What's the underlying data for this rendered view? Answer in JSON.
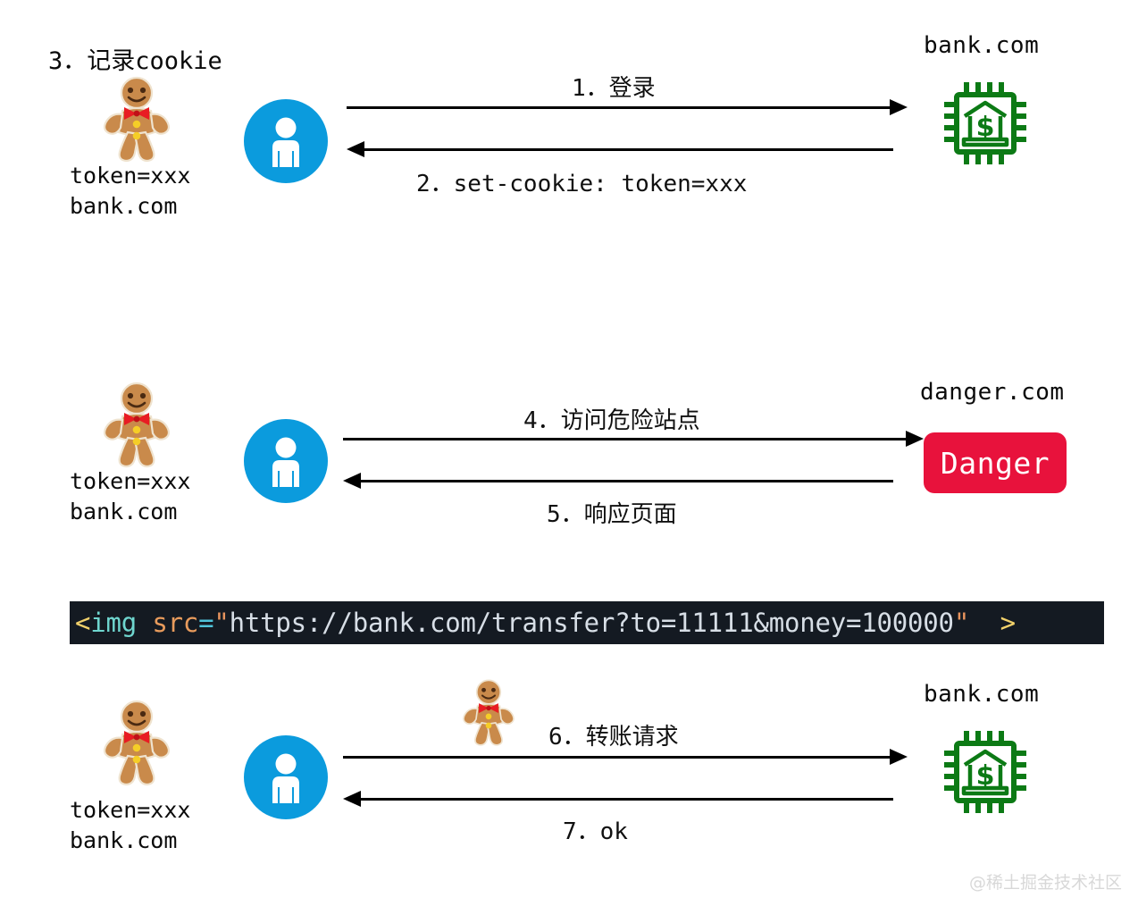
{
  "meta": {
    "watermark": "@稀土掘金技术社区",
    "colors": {
      "user_blue": "#0B9BDD",
      "bank_green": "#0C7A15",
      "danger_red": "#E8123C",
      "code_bg": "#141A22",
      "cookie_body": "#C98A4B",
      "cookie_bow": "#E81C23",
      "cookie_button": "#F5CE27"
    }
  },
  "rows": {
    "row1": {
      "title": "3．记录cookie",
      "cookie_lines": "token=xxx\nbank.com",
      "cookie_icon": "gingerbread-cookie-icon",
      "user_icon": "user-circle-icon",
      "server_label": "bank.com",
      "server_icon": "bank-chip-icon",
      "arrow_top_label": "1．登录",
      "arrow_bottom_label": "2．set-cookie: token=xxx"
    },
    "row2": {
      "cookie_lines": "token=xxx\nbank.com",
      "cookie_icon": "gingerbread-cookie-icon",
      "user_icon": "user-circle-icon",
      "server_label": "danger.com",
      "server_badge": "Danger",
      "arrow_top_label": "4．访问危险站点",
      "arrow_bottom_label": "5．响应页面"
    },
    "row3": {
      "cookie_lines": "token=xxx\nbank.com",
      "cookie_icon": "gingerbread-cookie-icon",
      "user_icon": "user-circle-icon",
      "server_label": "bank.com",
      "server_icon": "bank-chip-icon",
      "inline_cookie_icon": "gingerbread-cookie-icon",
      "arrow_top_label": "6．转账请求",
      "arrow_bottom_label": "7．ok"
    }
  },
  "code_snippet": {
    "open_bracket": "<",
    "tag": "img",
    "space1": " ",
    "attr": "src",
    "eq": "=",
    "quote_open": "\"",
    "url": "https://bank.com/transfer?to=11111&money=100000",
    "quote_close": "\"",
    "space2": "  ",
    "close_bracket": ">",
    "full_text": "<img src=\"https://bank.com/transfer?to=11111&money=100000\"  >"
  }
}
